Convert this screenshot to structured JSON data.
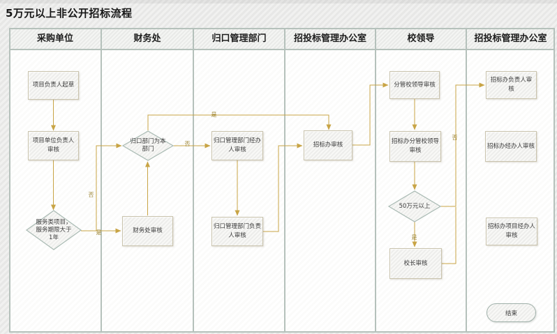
{
  "title": "5万元以上非公开招标流程",
  "lanes": [
    {
      "label": "采购单位"
    },
    {
      "label": "财务处"
    },
    {
      "label": "归口管理部门"
    },
    {
      "label": "招投标管理办公室"
    },
    {
      "label": "校领导"
    },
    {
      "label": "招投标管理办公室"
    }
  ],
  "nodes": {
    "draft": {
      "label": "项目负责人起草",
      "type": "process"
    },
    "unit_leader_review": {
      "label": "项目单位负责人审核",
      "type": "process"
    },
    "service_check": {
      "label": "服务类项目，服务期限大于1年",
      "type": "decision"
    },
    "dept_check": {
      "label": "归口部门为本部门",
      "type": "decision"
    },
    "finance_review": {
      "label": "财务处审核",
      "type": "process"
    },
    "mgmt_handler_review": {
      "label": "归口管理部门经办人审核",
      "type": "process"
    },
    "mgmt_leader_review": {
      "label": "归口管理部门负责人审核",
      "type": "process"
    },
    "bid_office_review": {
      "label": "招标办审核",
      "type": "process"
    },
    "vp_review": {
      "label": "分管校领导审核",
      "type": "process"
    },
    "bid_vp_review": {
      "label": "招标办分管校领导审核",
      "type": "process"
    },
    "amount_check": {
      "label": "50万元以上",
      "type": "decision"
    },
    "president_review": {
      "label": "校长审核",
      "type": "process"
    },
    "bid_leader_review": {
      "label": "招标办负责人审核",
      "type": "process"
    },
    "bid_handler_review": {
      "label": "招标办经办人审核",
      "type": "process"
    },
    "bid_project_handler_review": {
      "label": "招标办项目经办人审核",
      "type": "process"
    },
    "end": {
      "label": "结束",
      "type": "terminator"
    }
  },
  "edge_labels": {
    "service_no": "否",
    "service_yes": "是",
    "dept_yes": "是",
    "dept_no": "否",
    "amount_yes": "是",
    "amount_no": "否"
  },
  "colors": {
    "connector": "#c8a445",
    "edge_label_text": "#9c8433",
    "lane_border": "#b5c1bb",
    "node_border": "#c9c3ad",
    "diamond_border": "#a9bab3"
  }
}
